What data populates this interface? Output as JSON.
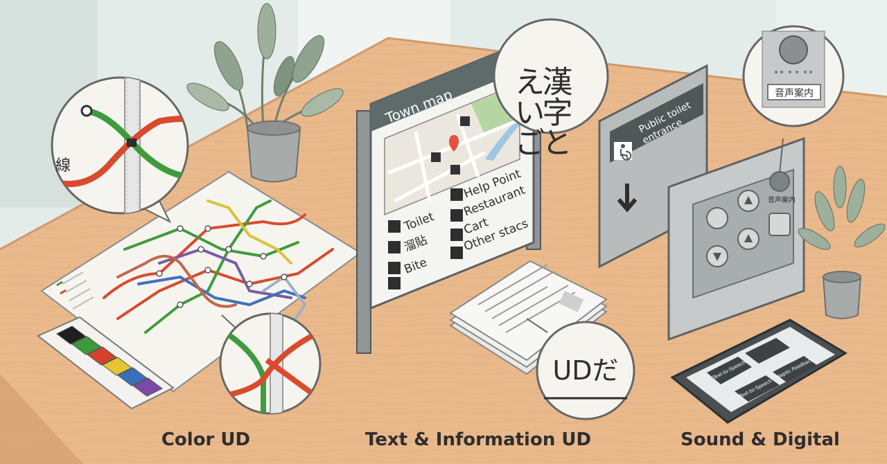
{
  "sections": {
    "color": {
      "label": "Color UD"
    },
    "text": {
      "label": "Text & Information UD"
    },
    "sound": {
      "label": "Sound & Digital"
    }
  },
  "subway_map": {
    "zoom_label": "線",
    "line_colors": [
      "#d94a2e",
      "#3f9b3d",
      "#7b5aa6",
      "#d8c43a",
      "#3f72b8",
      "#c2674a"
    ]
  },
  "swatches": [
    "#1f1f1f",
    "#3c9a3a",
    "#d5412b",
    "#e5c531",
    "#3b6fbb",
    "#7b49a8"
  ],
  "town_map": {
    "title": "Town map",
    "legend_left": [
      "Toilet",
      "溜貼",
      "Bite"
    ],
    "legend_right": [
      "Help Point",
      "Restaurant",
      "Cart",
      "Other stacs"
    ],
    "bubble_line1": "漢字と",
    "bubble_line2": "えいご"
  },
  "documents": {
    "bubble_text": "UDだ"
  },
  "toilet_sign": {
    "line1": "Public toilet",
    "line2": "entrance"
  },
  "button_panel": {
    "label": "音声案内"
  },
  "panel_bubble": {
    "label": "音声案内"
  },
  "phone": {
    "tiles": [
      "Text-to-Speech",
      "",
      "Text-to-Speech",
      "Haptic Feedback"
    ]
  },
  "colors": {
    "wall": "#dfe9e6",
    "table": "#e9b98c",
    "table_edge": "#cf9a6c",
    "ink": "#2e2e2e"
  }
}
